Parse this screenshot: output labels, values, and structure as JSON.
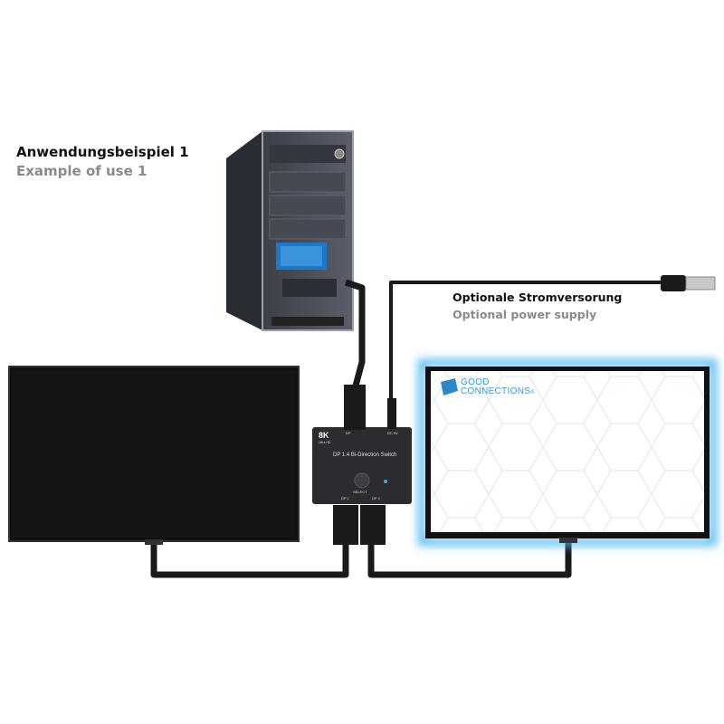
{
  "heading": {
    "de": "Anwendungsbeispiel 1",
    "en": "Example of use 1"
  },
  "power": {
    "de": "Optionale Stromversorung",
    "en": "Optional power supply"
  },
  "switch": {
    "badge": "8K",
    "badge_sub": "Ultra HD",
    "title": "DP 1.4 Bi-Direction Switch",
    "select_label": "SELECT",
    "port1": "DP 1",
    "port2": "DP 2",
    "top_port": "DP",
    "top_power": "DC 5V"
  },
  "logo": {
    "line1": "GOOD",
    "line2": "CONNECTIONS",
    "mark": "®"
  },
  "colors": {
    "glow": "#4fb8f0",
    "logo": "#3a9ad6",
    "cable": "#1a1a1a"
  }
}
